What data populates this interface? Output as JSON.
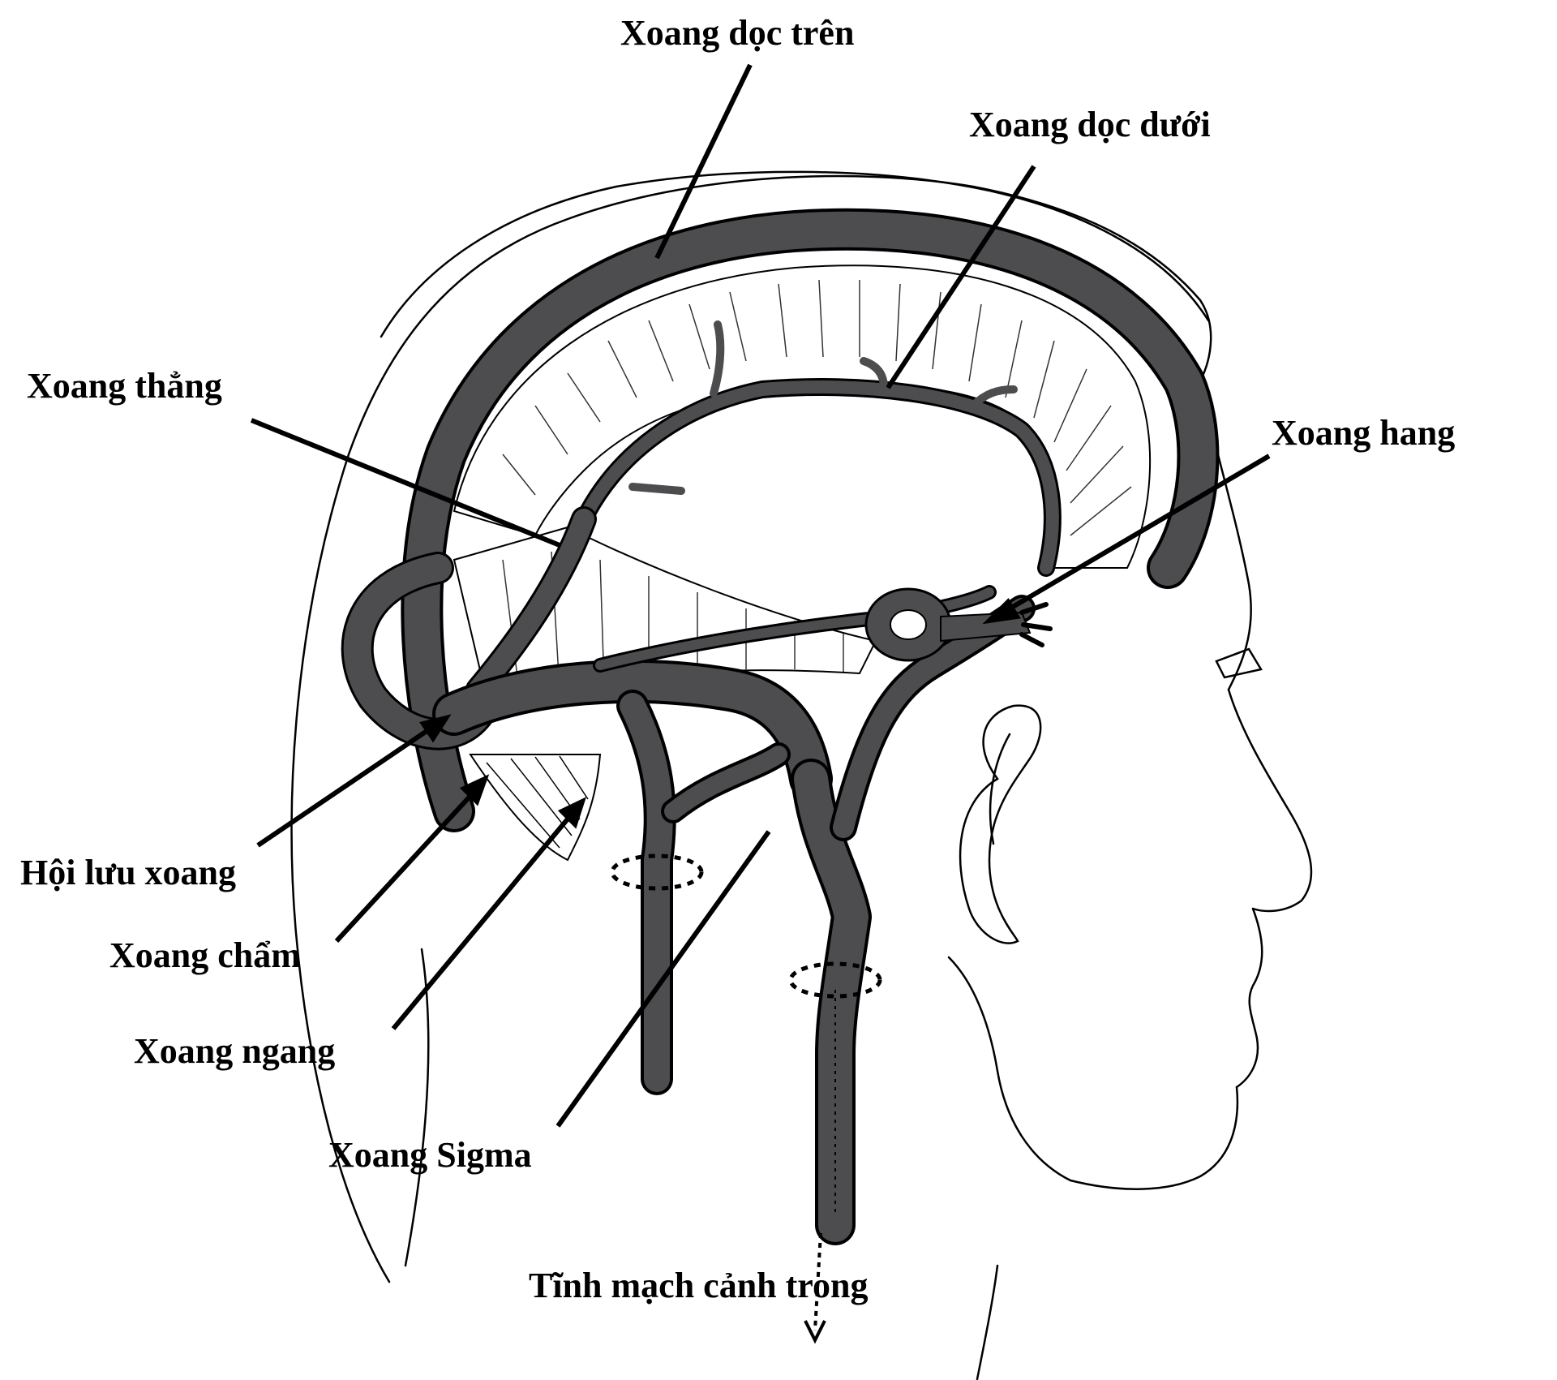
{
  "colors": {
    "sinus": "#4d4d4f",
    "outline": "#000000",
    "background": "#ffffff"
  },
  "labels": {
    "superior_sagittal": "Xoang dọc trên",
    "inferior_sagittal": "Xoang dọc dưới",
    "straight": "Xoang thẳng",
    "cavernous": "Xoang hang",
    "confluence": "Hội lưu xoang",
    "occipital": "Xoang chẩm",
    "transverse": "Xoang ngang",
    "sigmoid": "Xoang Sigma",
    "internal_jugular": "Tĩnh mạch cảnh trong"
  }
}
